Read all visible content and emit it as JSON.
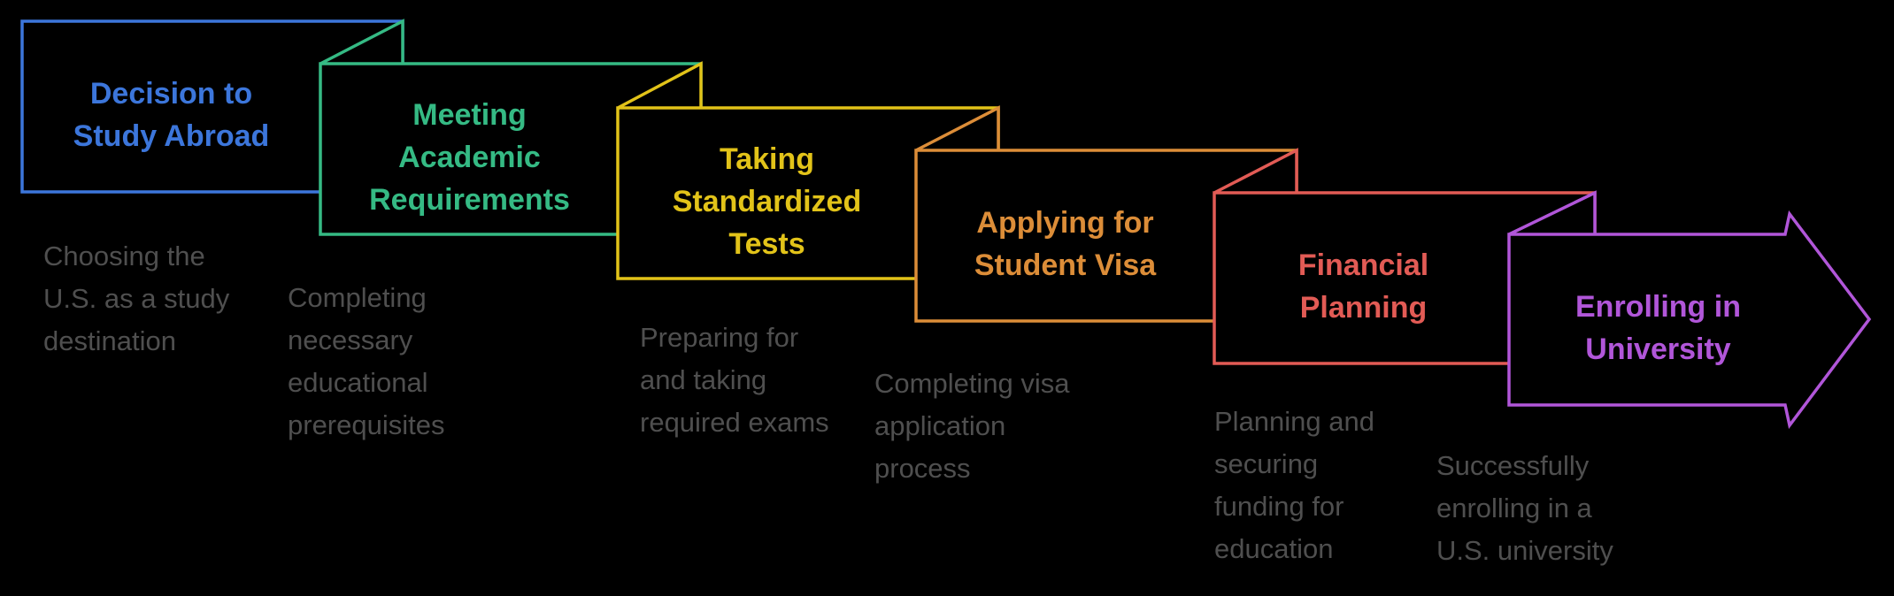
{
  "background_color": "#000000",
  "description_text_color": "#4f4f4f",
  "diagram": {
    "type": "process-flow-banners",
    "direction": "left-to-right-descending",
    "step_count": 6
  },
  "steps": [
    {
      "title": "Decision to\nStudy Abroad",
      "description": "Choosing the\nU.S. as a study\ndestination",
      "color": "#3c76db"
    },
    {
      "title": "Meeting\nAcademic\nRequirements",
      "description": "Completing\nnecessary\neducational\nprerequisites",
      "color": "#35ba84"
    },
    {
      "title": "Taking\nStandardized\nTests",
      "description": "Preparing for\nand taking\nrequired exams",
      "color": "#e2c319"
    },
    {
      "title": "Applying for\nStudent Visa",
      "description": "Completing visa\napplication\nprocess",
      "color": "#dc8d38"
    },
    {
      "title": "Financial\nPlanning",
      "description": "Planning and\nsecuring\nfunding for\neducation",
      "color": "#e25b55"
    },
    {
      "title": "Enrolling in\nUniversity",
      "description": "Successfully\nenrolling in a\nU.S. university",
      "color": "#b156d9"
    }
  ]
}
